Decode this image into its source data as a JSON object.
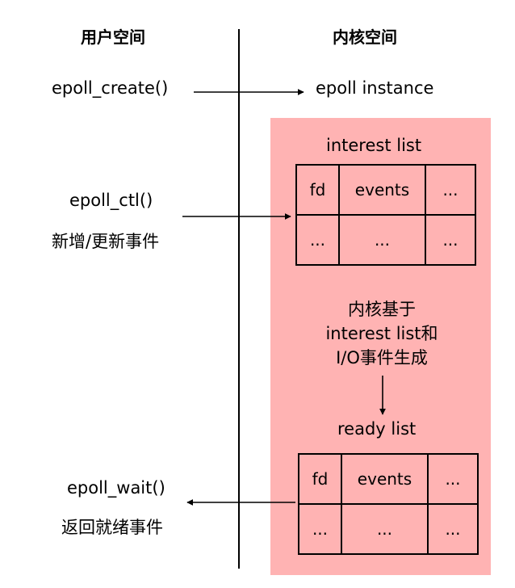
{
  "header": {
    "user_space": "用户空间",
    "kernel_space": "内核空间"
  },
  "user_side": {
    "create_call": "epoll_create()",
    "ctl_call": "epoll_ctl()",
    "ctl_note": "新增/更新事件",
    "wait_call": "epoll_wait()",
    "wait_note": "返回就绪事件"
  },
  "kernel_side": {
    "instance_label": "epoll instance",
    "interest_list_title": "interest list",
    "interest_table": {
      "headers": [
        "fd",
        "events",
        "..."
      ],
      "row": [
        "...",
        "...",
        "..."
      ]
    },
    "generation_note": {
      "line1": "内核基于",
      "line2": "interest list和",
      "line3": "I/O事件生成"
    },
    "ready_list_title": "ready list",
    "ready_table": {
      "headers": [
        "fd",
        "events",
        "..."
      ],
      "row": [
        "...",
        "...",
        "..."
      ]
    }
  },
  "colors": {
    "kernel_box": "#ffb3b3",
    "lines": "#000000"
  }
}
